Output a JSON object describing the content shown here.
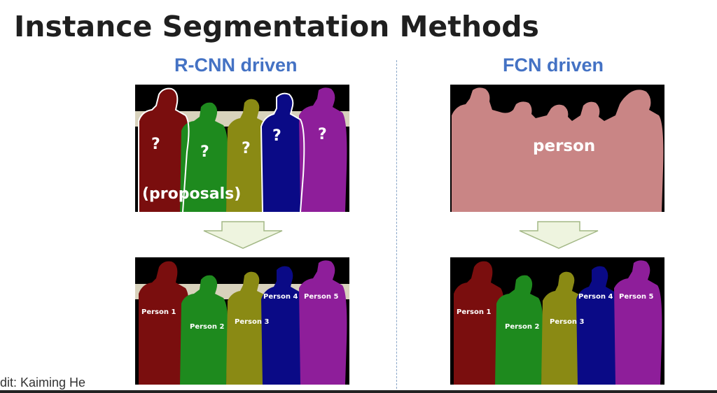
{
  "title": "Instance Segmentation Methods",
  "left_column": {
    "heading": "R-CNN driven",
    "proposal_marks": [
      "?",
      "?",
      "?",
      "?",
      "?"
    ],
    "proposals_label": "(proposals)",
    "person_labels": [
      "Person 1",
      "Person 2",
      "Person 3",
      "Person 4",
      "Person 5"
    ]
  },
  "right_column": {
    "heading": "FCN driven",
    "semantic_label": "person",
    "person_labels": [
      "Person 1",
      "Person 2",
      "Person 3",
      "Person 4",
      "Person 5"
    ]
  },
  "credit": "dit: Kaiming He",
  "colors": {
    "heading_blue": "#4472c4",
    "person1": "#7a0e0e",
    "person2": "#1e8a1e",
    "person3": "#8a8a14",
    "person4": "#0a0a86",
    "person5": "#8e1e9a",
    "semantic": "#c98585",
    "arrow_fill": "#eef4df",
    "arrow_stroke": "#a3b886"
  }
}
